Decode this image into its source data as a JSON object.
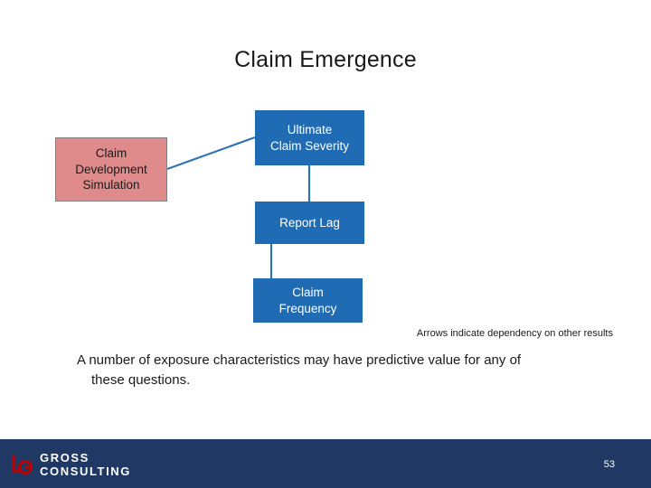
{
  "slide": {
    "title": "Claim Emergence",
    "boxes": [
      {
        "id": "claim-development-simulation",
        "label": "Claim\nDevelopment\nSimulation",
        "style": "pink",
        "color": "#e08b8b"
      },
      {
        "id": "ultimate-claim-severity",
        "label": "Ultimate\nClaim Severity",
        "style": "blue",
        "color": "#1f6cb4"
      },
      {
        "id": "report-lag",
        "label": "Report Lag",
        "style": "blue",
        "color": "#1f6cb4"
      },
      {
        "id": "claim-frequency",
        "label": "Claim\nFrequency",
        "style": "blue",
        "color": "#1f6cb4"
      }
    ],
    "arrow_note": "Arrows indicate dependency on other results",
    "body_line1": "A number of exposure characteristics may have predictive value for any of",
    "body_line2": "these questions.",
    "connector_color": "#2e74b5"
  },
  "footer": {
    "logo_text": "GROSS CONSULTING",
    "logo_mark_color": "#c00000",
    "background": "#1f3864",
    "page_number": "53"
  }
}
